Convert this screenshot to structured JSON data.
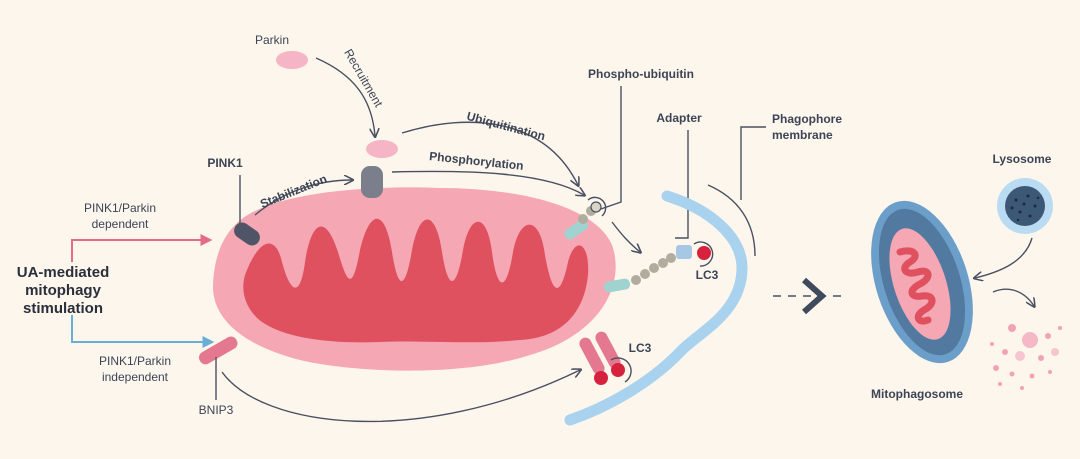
{
  "labels": {
    "parkin": "Parkin",
    "recruitment": "Recruitment",
    "ubiquitination": "Ubiquitination",
    "phosphorylation": "Phosphorylation",
    "stabilization": "Stabilization",
    "pink1": "PINK1",
    "phospho_ubiquitin": "Phospho-ubiquitin",
    "adapter": "Adapter",
    "phagophore_line1": "Phagophore",
    "phagophore_line2": "membrane",
    "lysosome": "Lysosome",
    "lc3_top": "LC3",
    "lc3_bottom": "LC3",
    "pathway_dependent_line1": "PINK1/Parkin",
    "pathway_dependent_line2": "dependent",
    "pathway_independent_line1": "PINK1/Parkin",
    "pathway_independent_line2": "independent",
    "stimulus_line1": "UA-mediated",
    "stimulus_line2": "mitophagy",
    "stimulus_line3": "stimulation",
    "bnip3": "BNIP3",
    "mitophagosome": "Mitophagosome"
  },
  "colors": {
    "background": "#fdf6ec",
    "mito_outer": "#f5a7b4",
    "mito_inner": "#e0515f",
    "parkin": "#f5b5c6",
    "pink1": "#4f5566",
    "dependent_arrow": "#e26d84",
    "independent_arrow": "#6aaed6",
    "phagophore": "#a9d2ee",
    "lc3": "#d6213f",
    "adapter": "#a7c8e4",
    "lysosome_outer": "#b9dcf2",
    "lysosome_inner": "#3d5876",
    "mitophagosome_outer": "#6b9fc9",
    "mitophagosome_inner": "#527aa1"
  }
}
